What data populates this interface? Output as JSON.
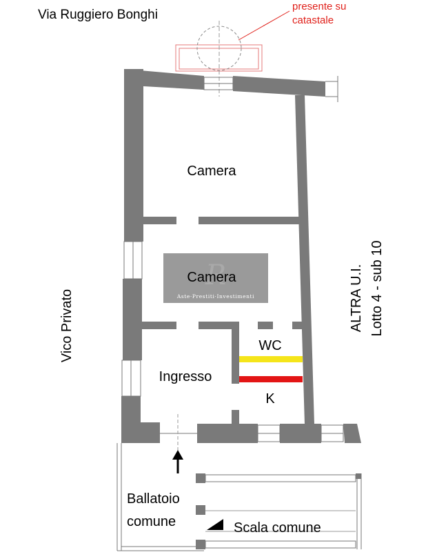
{
  "labels": {
    "street": "Via Ruggiero Bonghi",
    "note_line1": "presente su",
    "note_line2": "catastale",
    "room_top": "Camera",
    "room_middle": "Camera",
    "wc": "WC",
    "ingresso": "Ingresso",
    "kitchen": "K",
    "vico": "Vico Privato",
    "altra_ui": "ALTRA U.I.",
    "lotto": "Lotto 4 - sub 10",
    "ballatoio_line1": "Ballatoio",
    "ballatoio_line2": "comune",
    "scala": "Scala comune"
  },
  "watermark": {
    "text": "Aste·Prestiti·Investimenti"
  },
  "colors": {
    "wall": "#7a7a7a",
    "note_red": "#e0201a",
    "wc_bar": "#f5e51a",
    "k_bar": "#e31515",
    "watermark_bg": "#8c8c8c"
  }
}
